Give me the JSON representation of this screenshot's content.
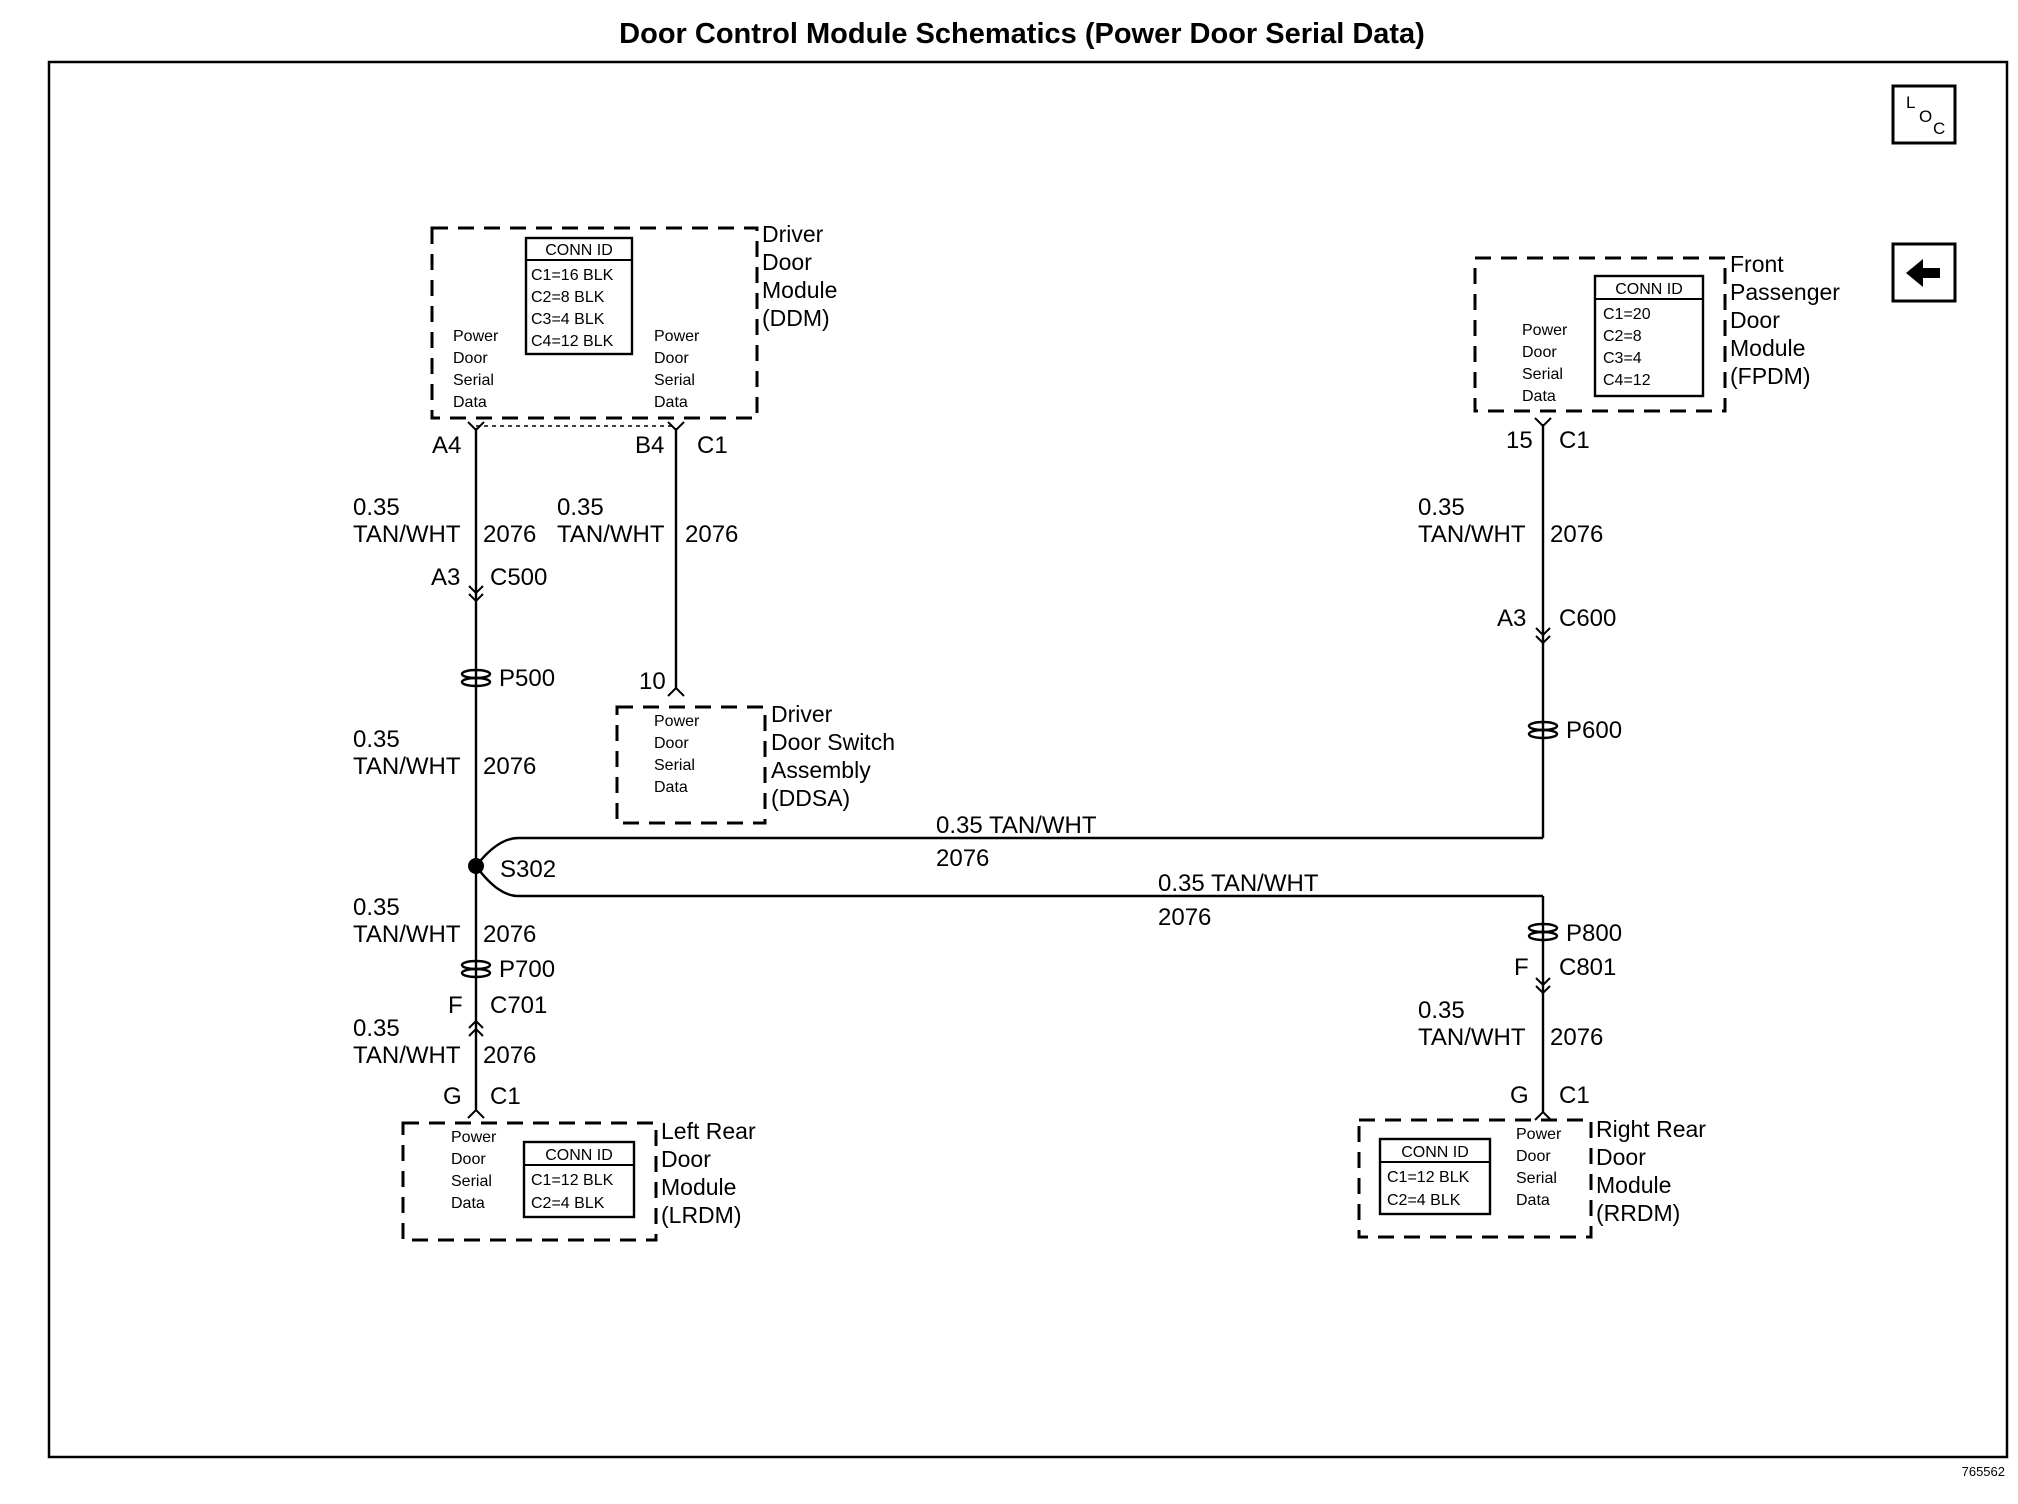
{
  "title": "Door Control Module Schematics (Power Door Serial Data)",
  "figure_number": "765562",
  "nav": {
    "loc_icon": "loc-icon",
    "back_icon": "left-arrow-icon"
  },
  "modules": {
    "ddm": {
      "name": [
        "Driver",
        "Door",
        "Module",
        "(DDM)"
      ],
      "conn_header": "CONN ID",
      "conn": [
        "C1=16 BLK",
        "C2=8 BLK",
        "C3=4 BLK",
        "C4=12 BLK"
      ],
      "pin_left": [
        "Power",
        "Door",
        "Serial",
        "Data"
      ],
      "pin_right": [
        "Power",
        "Door",
        "Serial",
        "Data"
      ]
    },
    "fpdm": {
      "name": [
        "Front",
        "Passenger",
        "Door",
        "Module",
        "(FPDM)"
      ],
      "conn_header": "CONN ID",
      "conn": [
        "C1=20",
        "C2=8",
        "C3=4",
        "C4=12"
      ],
      "pin": [
        "Power",
        "Door",
        "Serial",
        "Data"
      ]
    },
    "ddsa": {
      "name": [
        "Driver",
        "Door Switch",
        "Assembly",
        "(DDSA)"
      ],
      "pin": [
        "Power",
        "Door",
        "Serial",
        "Data"
      ]
    },
    "lrdm": {
      "name": [
        "Left Rear",
        "Door",
        "Module",
        "(LRDM)"
      ],
      "conn_header": "CONN ID",
      "conn": [
        "C1=12 BLK",
        "C2=4 BLK"
      ],
      "pin": [
        "Power",
        "Door",
        "Serial",
        "Data"
      ]
    },
    "rrdm": {
      "name": [
        "Right Rear",
        "Door",
        "Module",
        "(RRDM)"
      ],
      "conn_header": "CONN ID",
      "conn": [
        "C1=12 BLK",
        "C2=4 BLK"
      ],
      "pin": [
        "Power",
        "Door",
        "Serial",
        "Data"
      ]
    }
  },
  "wire": {
    "gauge": "0.35",
    "color": "TAN/WHT",
    "circuit": "2076",
    "gauge_color": "0.35 TAN/WHT"
  },
  "pins": {
    "ddm_a4": "A4",
    "ddm_b4": "B4",
    "ddm_c1": "C1",
    "c500_pin": "A3",
    "c500": "C500",
    "p500": "P500",
    "p600": "P600",
    "p700": "P700",
    "p800": "P800",
    "ddsa_pin": "10",
    "fpdm_pin": "15",
    "fpdm_c1": "C1",
    "c600_pin": "A3",
    "c600": "C600",
    "splice": "S302",
    "c701_pin": "F",
    "c701": "C701",
    "lrdm_pin": "G",
    "lrdm_c1": "C1",
    "c801_pin": "F",
    "c801": "C801",
    "rrdm_pin": "G",
    "rrdm_c1": "C1"
  }
}
